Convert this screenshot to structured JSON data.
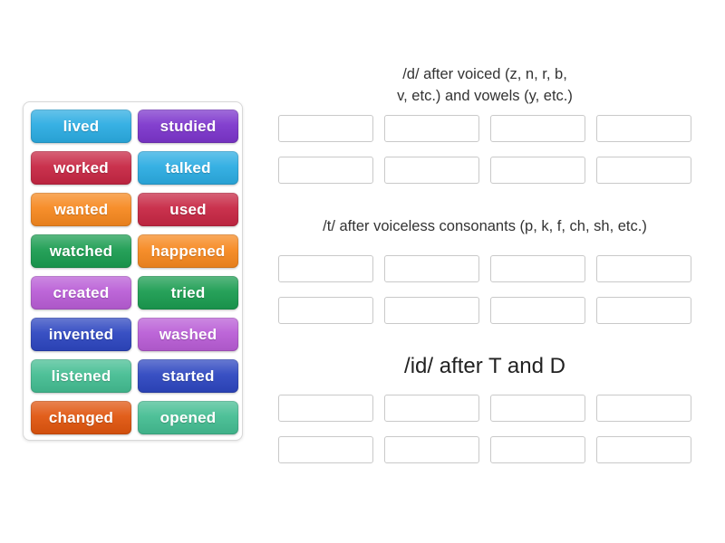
{
  "word_bank": {
    "tiles": [
      {
        "label": "lived",
        "color": "#2bace2"
      },
      {
        "label": "studied",
        "color": "#7c35cc"
      },
      {
        "label": "worked",
        "color": "#c72643"
      },
      {
        "label": "talked",
        "color": "#2bace2"
      },
      {
        "label": "wanted",
        "color": "#f6881f"
      },
      {
        "label": "used",
        "color": "#c72643"
      },
      {
        "label": "watched",
        "color": "#1a9c50"
      },
      {
        "label": "happened",
        "color": "#f6881f"
      },
      {
        "label": "created",
        "color": "#b95dd6"
      },
      {
        "label": "tried",
        "color": "#1a9c50"
      },
      {
        "label": "invented",
        "color": "#2d46c0"
      },
      {
        "label": "washed",
        "color": "#b95dd6"
      },
      {
        "label": "listened",
        "color": "#44bd92"
      },
      {
        "label": "started",
        "color": "#2d46c0"
      },
      {
        "label": "changed",
        "color": "#e0550e"
      },
      {
        "label": "opened",
        "color": "#44bd92"
      }
    ]
  },
  "groups": [
    {
      "title_lines": [
        "/d/ after voiced (z, n, r, b,",
        "v, etc.) and vowels (y, etc.)"
      ],
      "slots": 8
    },
    {
      "title_lines": [
        "/t/ after voiceless consonants (p, k, f, ch, sh, etc.)"
      ],
      "slots": 8
    },
    {
      "title_lines": [
        "/id/ after T and D"
      ],
      "slots": 8
    }
  ]
}
